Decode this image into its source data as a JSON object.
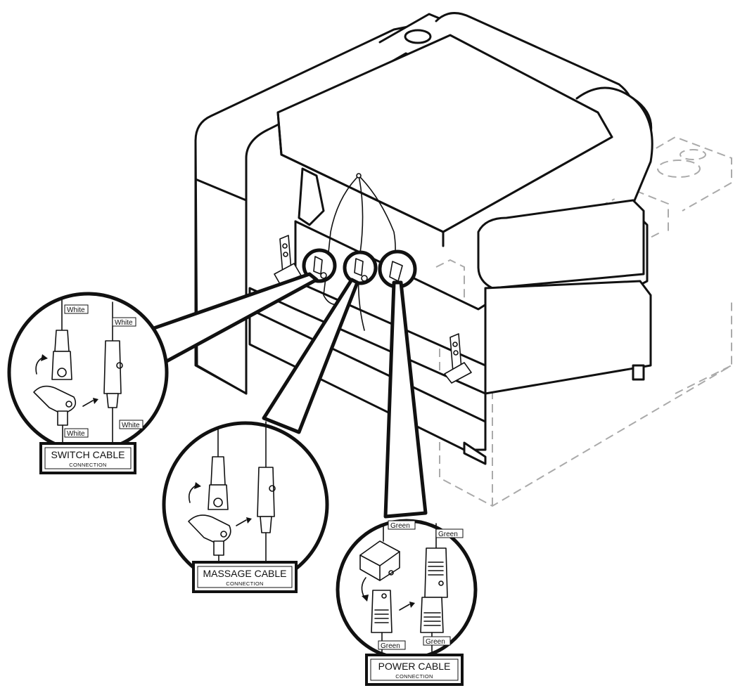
{
  "callouts": {
    "switch": {
      "title": "SWITCH CABLE",
      "subtitle": "CONNECTION",
      "tags": [
        "White",
        "White",
        "White",
        "White"
      ]
    },
    "massage": {
      "title": "MASSAGE CABLE",
      "subtitle": "CONNECTION"
    },
    "power": {
      "title": "POWER CABLE",
      "subtitle": "CONNECTION",
      "tags": [
        "Green",
        "Green",
        "Green",
        "Green"
      ]
    }
  },
  "colors": {
    "line": "#111111",
    "ghost": "#aaaaaa",
    "background": "#ffffff"
  }
}
